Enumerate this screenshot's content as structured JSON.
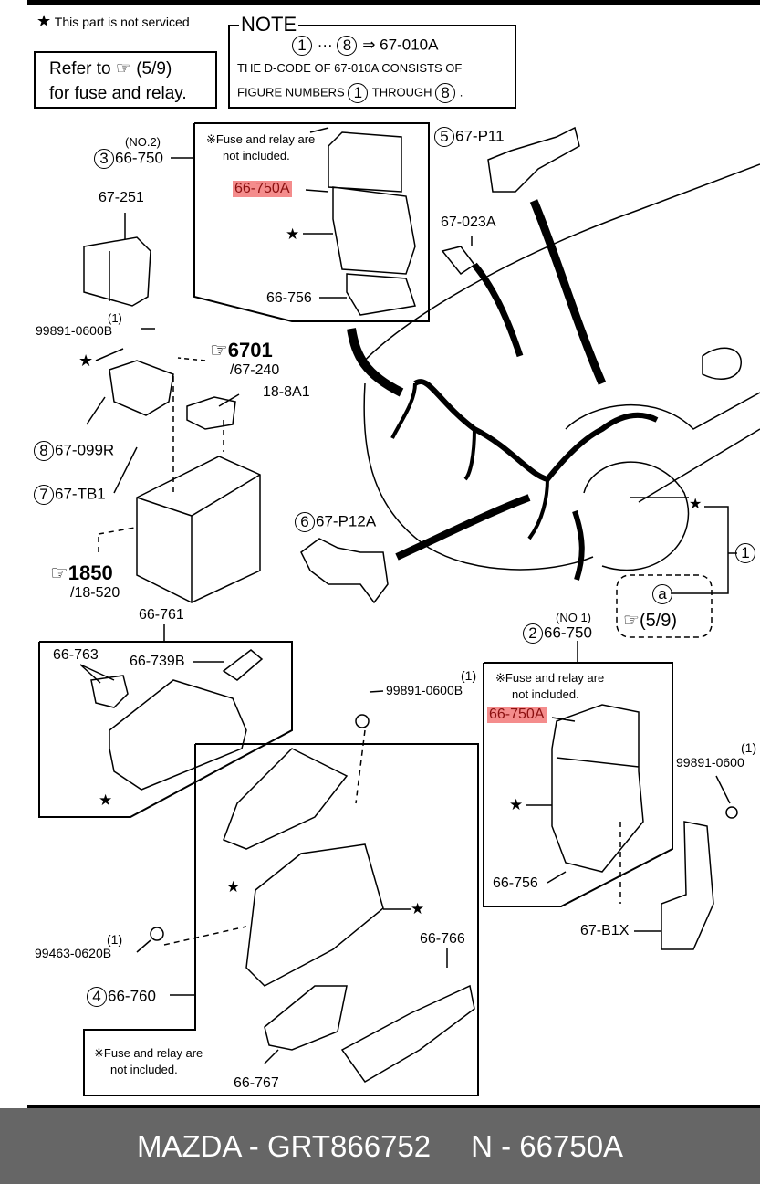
{
  "legend": {
    "star_icon": "star-icon",
    "star_text": "This part is not serviced"
  },
  "refer_box": {
    "line1_prefix": "Refer to",
    "pointer_icon": "pointing-hand-icon",
    "line1_ref": "(5/9)",
    "line2": "for fuse and relay."
  },
  "note": {
    "title": "NOTE",
    "range_start": "1",
    "range_sep": "···",
    "range_end": "8",
    "arrow": "⇒",
    "target": "67-010A",
    "line2": "THE D-CODE OF 67-010A CONSISTS OF",
    "line3_prefix": "FIGURE NUMBERS",
    "line3_start": "1",
    "line3_mid": "THROUGH",
    "line3_end": "8",
    "line3_suffix": "."
  },
  "callouts": {
    "c3_qualifier": "(NO.2)",
    "c3_num": "3",
    "c3_part": "66-750",
    "box3_note_line1": "※Fuse and relay are",
    "box3_note_line2": "not included.",
    "box3_highlight": "66-750A",
    "box3_bottom": "66-756",
    "p67_251": "67-251",
    "bolt1_qty": "(1)",
    "bolt1_part": "99891-0600B",
    "ref6701_num": "6701",
    "ref6701_sub": "/67-240",
    "p18_8a1": "18-8A1",
    "c8_num": "8",
    "c8_part": "67-099R",
    "c7_num": "7",
    "c7_part": "67-TB1",
    "ref1850_num": "1850",
    "ref1850_sub": "/18-520",
    "c5_num": "5",
    "c5_part": "67-P11",
    "p67_023a": "67-023A",
    "c6_num": "6",
    "c6_part": "67-P12A",
    "c1_num": "1",
    "a_label": "a",
    "a_ref": "(5/9)",
    "c2_qualifier": "(NO 1)",
    "c2_num": "2",
    "c2_part": "66-750",
    "box2_note_line1": "※Fuse and relay are",
    "box2_note_line2": "not included.",
    "box2_highlight": "66-750A",
    "box2_bottom": "66-756",
    "bolt3_qty": "(1)",
    "bolt3_part": "99891-0600",
    "p67_b1x": "67-B1X",
    "p66_761": "66-761",
    "p66_763": "66-763",
    "p66_739b": "66-739B",
    "bolt2_qty": "(1)",
    "bolt2_part": "99891-0600B",
    "screw_qty": "(1)",
    "screw_part": "99463-0620B",
    "c4_num": "4",
    "c4_part": "66-760",
    "p66_766": "66-766",
    "p66_767": "66-767",
    "box4_note_line1": "※Fuse and relay are",
    "box4_note_line2": "not included."
  },
  "colors": {
    "highlight_bg": "#f48c8c",
    "highlight_text": "#8b1010",
    "footer_bg": "#666666"
  },
  "footer": {
    "brand_part": "MAZDA - GRT866752",
    "oem_part": "N - 66750A"
  }
}
